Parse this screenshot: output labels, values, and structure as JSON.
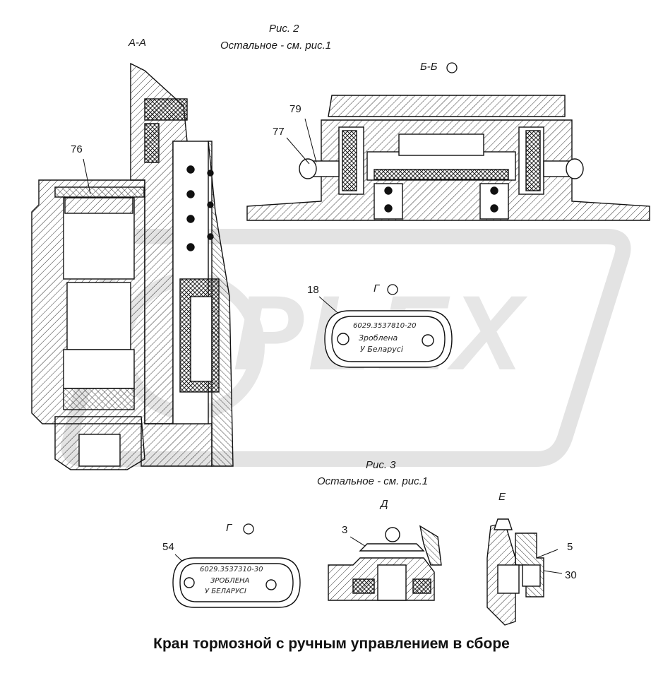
{
  "figure2": {
    "caption": "Рис. 2",
    "note": "Остальное - см. рис.1",
    "section_aa": "А-А",
    "section_bb": "Б-Б",
    "view_g": "Г"
  },
  "figure3": {
    "caption": "Рис. 3",
    "note": "Остальное - см. рис.1",
    "view_g": "Г",
    "view_d": "Д",
    "view_e": "Е"
  },
  "callouts": [
    "76",
    "79",
    "77",
    "18",
    "54",
    "3",
    "5",
    "30"
  ],
  "plate_top": {
    "line1": "6029.3537810-20",
    "line2": "Зроблена",
    "line3": "У Беларусі"
  },
  "plate_bottom": {
    "line1": "6029.3537310-30",
    "line2": "ЗРОБЛЕНА",
    "line3": "У БЕЛАРУСІ"
  },
  "watermark": "PLEX",
  "title": "Кран тормозной с ручным управлением в сборе"
}
